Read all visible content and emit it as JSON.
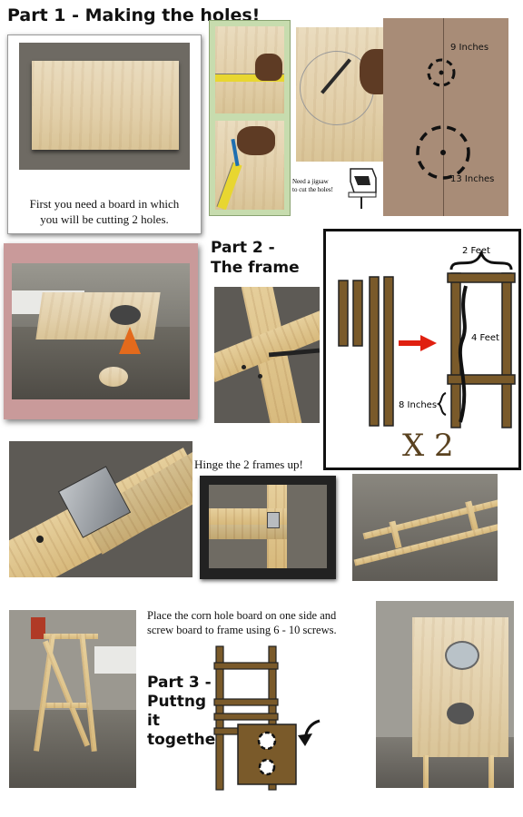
{
  "part1": {
    "title": "Part 1 - Making the holes!",
    "caption_line1": "First you need a board in which",
    "caption_line2": "you will be cutting 2 holes.",
    "jigsaw_note_line1": "Need a jigsaw",
    "jigsaw_note_line2": "to cut the holes!",
    "hole1_label": "9 Inches",
    "hole2_label": "13 Inches"
  },
  "part2": {
    "title_line1": "Part 2 -",
    "title_line2": "The frame",
    "width_label": "2 Feet",
    "height_label": "4 Feet",
    "bottom_label": "8 Inches",
    "multiplier": "X 2",
    "hinge_caption": "Hinge the 2 frames up!"
  },
  "part3": {
    "instruction_line1": "Place the corn hole board on one side and",
    "instruction_line2": "screw board to frame using 6 - 10 screws.",
    "title_line1": "Part 3 -",
    "title_line2": "Puttng",
    "title_line3": "it",
    "title_line4": "together"
  },
  "colors": {
    "diagram_wood": "#7a5a2a",
    "arrow_red": "#e02010",
    "pink_border": "#c99a9a",
    "green_border": "#c7dcae"
  }
}
